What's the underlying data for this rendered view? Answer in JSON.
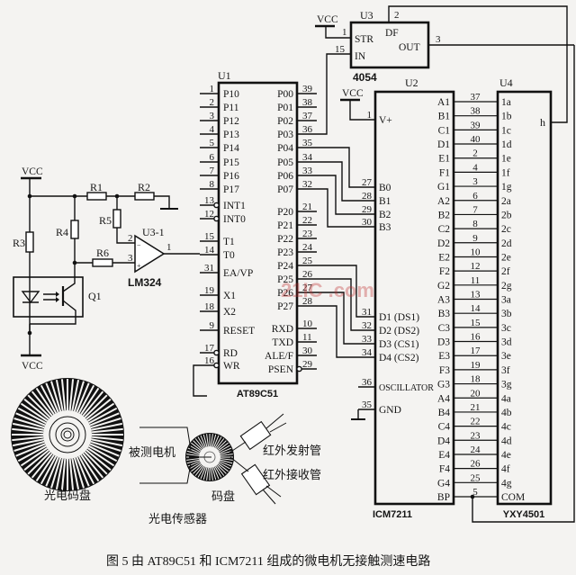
{
  "figure": {
    "caption": "图 5  由 AT89C51 和 ICM7211 组成的微电机无接触测速电路",
    "watermark": "21IC .com"
  },
  "u1": {
    "ref": "U1",
    "part": "AT89C51",
    "left": [
      [
        "P10",
        "1"
      ],
      [
        "P11",
        "2"
      ],
      [
        "P12",
        "3"
      ],
      [
        "P13",
        "4"
      ],
      [
        "P14",
        "5"
      ],
      [
        "P15",
        "6"
      ],
      [
        "P16",
        "7"
      ],
      [
        "P17",
        "8"
      ],
      [
        "INT1",
        "13"
      ],
      [
        "INT0",
        "12"
      ],
      [
        "T1",
        "15"
      ],
      [
        "T0",
        "14"
      ],
      [
        "EA/VP",
        "31"
      ],
      [
        "X1",
        "19"
      ],
      [
        "X2",
        "18"
      ],
      [
        "RESET",
        "9"
      ],
      [
        "RD",
        "17"
      ],
      [
        "WR",
        "16"
      ]
    ],
    "right": [
      [
        "P00",
        "39"
      ],
      [
        "P01",
        "38"
      ],
      [
        "P02",
        "37"
      ],
      [
        "P03",
        "36"
      ],
      [
        "P04",
        "35"
      ],
      [
        "P05",
        "34"
      ],
      [
        "P06",
        "33"
      ],
      [
        "P07",
        "32"
      ],
      [
        "P20",
        "21"
      ],
      [
        "P21",
        "22"
      ],
      [
        "P22",
        "23"
      ],
      [
        "P23",
        "24"
      ],
      [
        "P24",
        "25"
      ],
      [
        "P25",
        "26"
      ],
      [
        "P26",
        "27"
      ],
      [
        "P27",
        "28"
      ],
      [
        "RXD",
        "10"
      ],
      [
        "TXD",
        "11"
      ],
      [
        "ALE/F",
        "30"
      ],
      [
        "PSEN",
        "29"
      ]
    ]
  },
  "u2": {
    "ref": "U2",
    "part": "ICM7211",
    "left": [
      [
        "V+",
        "1"
      ],
      [
        "B0",
        "27"
      ],
      [
        "B1",
        "28"
      ],
      [
        "B2",
        "29"
      ],
      [
        "B3",
        "30"
      ],
      [
        "D1 (DS1)",
        "31"
      ],
      [
        "D2 (DS2)",
        "32"
      ],
      [
        "D3 (CS1)",
        "33"
      ],
      [
        "D4 (CS2)",
        "34"
      ],
      [
        "OSCILLATOR",
        "36"
      ],
      [
        "GND",
        "35"
      ]
    ],
    "right": [
      [
        "A1",
        "37"
      ],
      [
        "B1",
        "38"
      ],
      [
        "C1",
        "39"
      ],
      [
        "D1",
        "40"
      ],
      [
        "E1",
        "2"
      ],
      [
        "F1",
        "4"
      ],
      [
        "G1",
        "3"
      ],
      [
        "A2",
        "6"
      ],
      [
        "B2",
        "7"
      ],
      [
        "C2",
        "8"
      ],
      [
        "D2",
        "9"
      ],
      [
        "E2",
        "10"
      ],
      [
        "F2",
        "12"
      ],
      [
        "G2",
        "11"
      ],
      [
        "A3",
        "13"
      ],
      [
        "B3",
        "14"
      ],
      [
        "C3",
        "15"
      ],
      [
        "D3",
        "16"
      ],
      [
        "E3",
        "17"
      ],
      [
        "F3",
        "19"
      ],
      [
        "G3",
        "18"
      ],
      [
        "A4",
        "20"
      ],
      [
        "B4",
        "21"
      ],
      [
        "C4",
        "22"
      ],
      [
        "D4",
        "23"
      ],
      [
        "E4",
        "24"
      ],
      [
        "F4",
        "26"
      ],
      [
        "G4",
        "25"
      ],
      [
        "BP",
        "5"
      ]
    ]
  },
  "u4": {
    "ref": "U4",
    "part": "YXY4501",
    "pins": [
      "1a",
      "1b",
      "1c",
      "1d",
      "1e",
      "1f",
      "1g",
      "2a",
      "2b",
      "2c",
      "2d",
      "2e",
      "2f",
      "2g",
      "3a",
      "3b",
      "3c",
      "3d",
      "3e",
      "3f",
      "3g",
      "4a",
      "4b",
      "4c",
      "4d",
      "4e",
      "4f",
      "4g",
      "COM"
    ],
    "h_pin": "h"
  },
  "u3": {
    "ref": "U3",
    "part": "4054",
    "pins": [
      [
        "STR",
        "1"
      ],
      [
        "IN",
        "15"
      ],
      [
        "DF",
        "2"
      ],
      [
        "OUT",
        "3"
      ]
    ]
  },
  "vcc_label": "VCC",
  "sensor_circuit": {
    "resistors": [
      "R1",
      "R2",
      "R3",
      "R4",
      "R5",
      "R6"
    ],
    "opamp_ref": "U3-1",
    "opamp_part": "LM324",
    "opamp_pins": [
      "2",
      "3",
      "1"
    ],
    "opto_ref": "Q1"
  },
  "mechanics": {
    "encoder_disk": "光电码盘",
    "motor": "被测电机",
    "small_disk": "码盘",
    "ir_emitter": "红外发射管",
    "ir_receiver": "红外接收管",
    "sensor": "光电传感器"
  }
}
